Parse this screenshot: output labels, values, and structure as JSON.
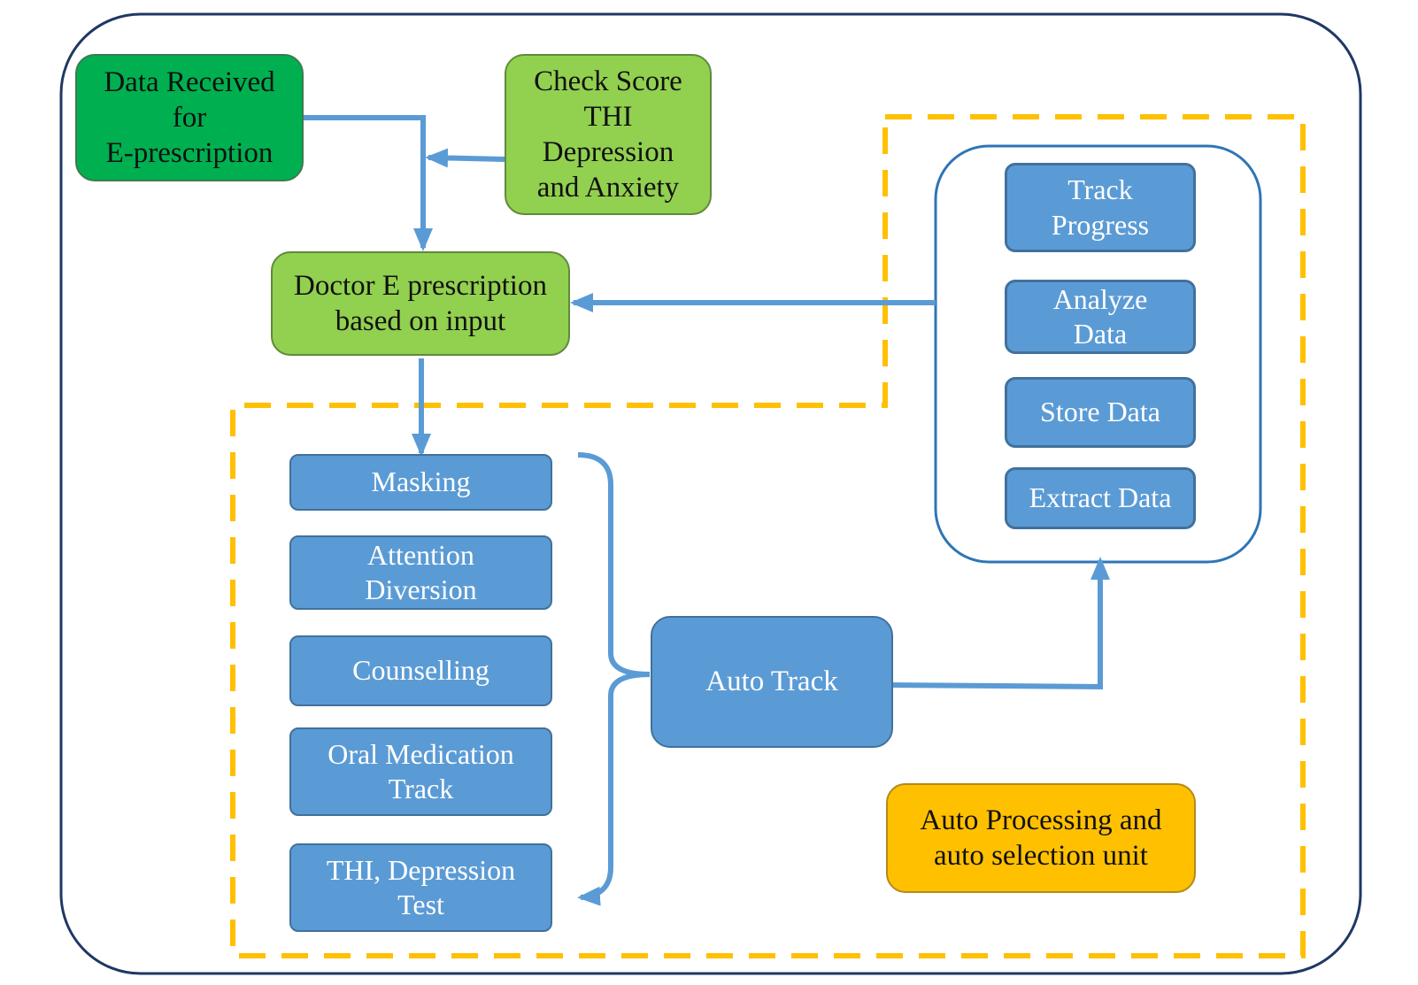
{
  "colors": {
    "dark_green": "#00b050",
    "light_green": "#92d050",
    "blue": "#5b9bd5",
    "blue_border": "#41719c",
    "orange": "#ffc000",
    "dashed_border": "#ffc000",
    "outer_border": "#1f3864",
    "inner_panel_border": "#2e75b6",
    "arrow": "#5b9bd5"
  },
  "nodes": {
    "data_received": "Data Received\nfor\nE-prescription",
    "check_score": "Check Score\nTHI\nDepression\nand Anxiety",
    "doctor_prescription": "Doctor E prescription\nbased on input",
    "masking": "Masking",
    "attention_diversion": "Attention\nDiversion",
    "counselling": "Counselling",
    "oral_medication": "Oral Medication\nTrack",
    "thi_depression_test": "THI, Depression\nTest",
    "auto_track": "Auto Track",
    "track_progress": "Track\nProgress",
    "analyze_data": "Analyze\nData",
    "store_data": "Store Data",
    "extract_data": "Extract Data",
    "auto_processing_unit": "Auto Processing and\nauto selection unit"
  },
  "icons": {
    "arrowhead": "triangle-arrowhead-icon"
  }
}
